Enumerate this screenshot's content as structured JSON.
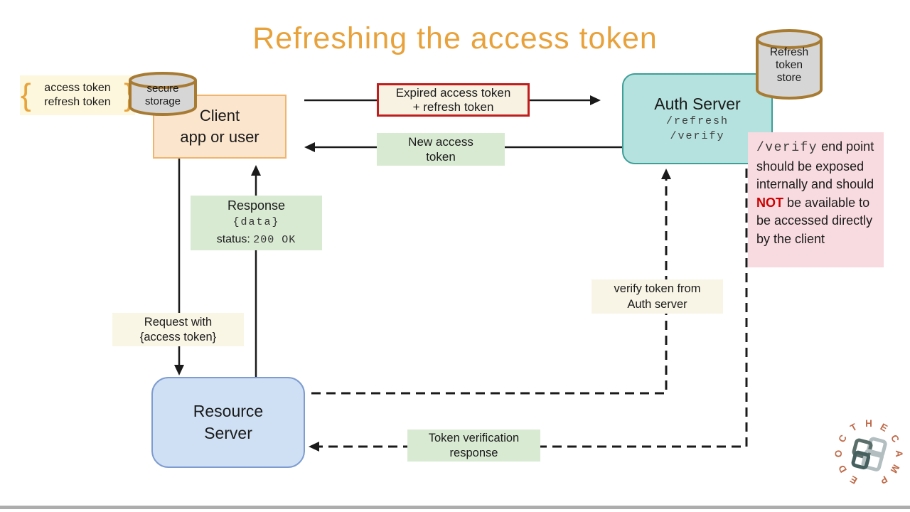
{
  "title": "Refreshing the access token",
  "colors": {
    "title_orange": "#E8A23C",
    "brace_orange": "#E8A33B",
    "red_border": "#C11D1D",
    "not_red": "#CC0000",
    "green_box": "#D9EAD3",
    "teal_fill": "#B5E2DE",
    "teal_border": "#3E9E98",
    "blue_fill": "#CFE0F4",
    "blue_border": "#7E9CD0",
    "peach_fill": "#FBE5CD",
    "peach_border": "#F0B46E",
    "pink_fill": "#F8DBE0",
    "cylinder_fill": "#D6D6D6",
    "cylinder_border": "#A87B33",
    "logo_text": "#BE6B4A"
  },
  "token_label": {
    "brace_left": "{",
    "brace_right": "}",
    "line1": "access token",
    "line2": "refresh token"
  },
  "secure_storage": {
    "line1": "secure",
    "line2": "storage"
  },
  "client": {
    "line1": "Client",
    "line2": "app or user"
  },
  "expired_box": {
    "line1": "Expired access token",
    "line2": "+ refresh token"
  },
  "new_access_box": {
    "line1": "New access",
    "line2": "token"
  },
  "auth_server": {
    "title": "Auth Server",
    "endpoint_refresh": "/refresh",
    "endpoint_verify": "/verify"
  },
  "refresh_store": {
    "line1": "Refresh",
    "line2": "token",
    "line3": "store"
  },
  "note": {
    "code": "/verify",
    "mid": " end point should be exposed internally and should ",
    "not_word": "NOT",
    "end": " be available to be accessed directly by the client"
  },
  "response_box": {
    "line1": "Response",
    "line2": "{data}",
    "status_label": "status:",
    "status_value": "200 OK"
  },
  "request_box": {
    "line1": "Request with",
    "line2": "{access token}"
  },
  "verify_box": {
    "line1": "verify token from",
    "line2": "Auth server"
  },
  "resource_server": {
    "line1": "Resource",
    "line2": "Server"
  },
  "token_verification_box": {
    "line1": "Token verification",
    "line2": "response"
  },
  "logo": {
    "letters": [
      "T",
      "H",
      "E",
      "C",
      "A",
      "M",
      "P",
      "C",
      "O",
      "D",
      "E"
    ]
  }
}
